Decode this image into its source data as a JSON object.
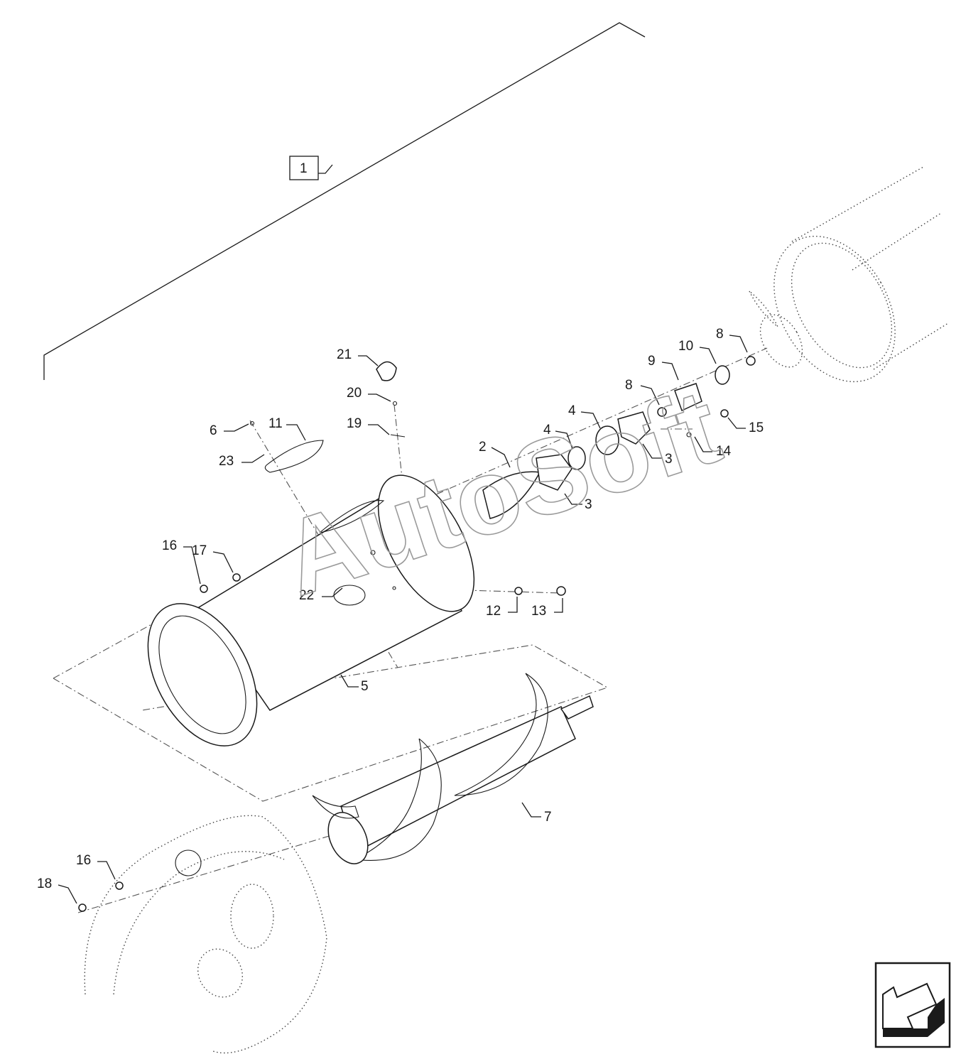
{
  "callouts": {
    "c1": "1",
    "c2": "2",
    "c3a": "3",
    "c3b": "3",
    "c4a": "4",
    "c4b": "4",
    "c5": "5",
    "c6": "6",
    "c7": "7",
    "c8a": "8",
    "c8b": "8",
    "c9": "9",
    "c10": "10",
    "c11": "11",
    "c12": "12",
    "c13": "13",
    "c14": "14",
    "c15": "15",
    "c16a": "16",
    "c16b": "16",
    "c17": "17",
    "c18": "18",
    "c19": "19",
    "c20": "20",
    "c21": "21",
    "c22": "22",
    "c23": "23"
  },
  "watermark": "AutoSoft",
  "nav_icon": "arrow-down-left-icon"
}
